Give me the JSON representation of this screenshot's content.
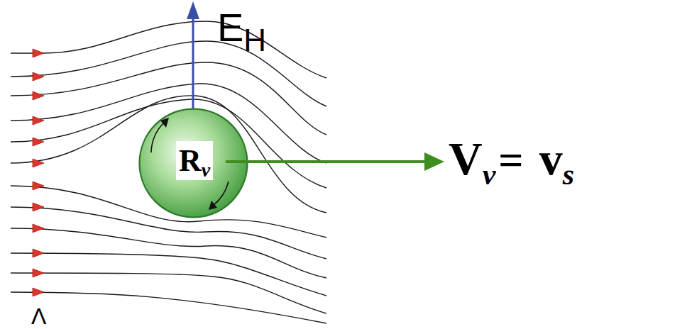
{
  "diagram": {
    "nodes": [
      {
        "text": [
          "R",
          "v"
        ]
      }
    ],
    "labels": [
      "E",
      "H",
      "V",
      "v",
      "=",
      "v",
      "s",
      "Λ"
    ]
  }
}
